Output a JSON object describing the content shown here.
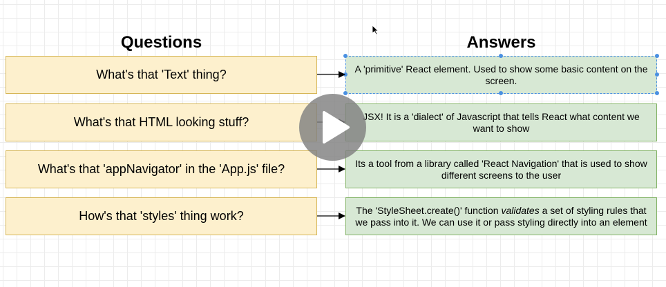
{
  "diagram": {
    "questions_title": "Questions",
    "answers_title": "Answers",
    "questions": [
      "What's that 'Text' thing?",
      "What's that HTML looking stuff?",
      "What's that 'appNavigator' in the 'App.js' file?",
      "How's that 'styles' thing work?"
    ],
    "answers": [
      {
        "text": "A 'primitive' React element.  Used to show some basic content on the screen."
      },
      {
        "text": "JSX!  It is a 'dialect' of Javascript that tells React what content we want to show"
      },
      {
        "text": "Its a tool from a library called 'React Navigation' that is used to show different screens to the user"
      },
      {
        "pre": "The 'StyleSheet.create()' function ",
        "emphasis": "validates",
        "post": " a set of styling rules that we pass into it.  We can use it or pass styling directly into an element"
      }
    ]
  },
  "overlay": {
    "icon": "play-icon"
  },
  "colors": {
    "question_fill": "#fdf0cd",
    "question_border": "#d6b656",
    "answer_fill": "#d7e8d4",
    "answer_border": "#82b366",
    "selection": "#4a90e2"
  }
}
